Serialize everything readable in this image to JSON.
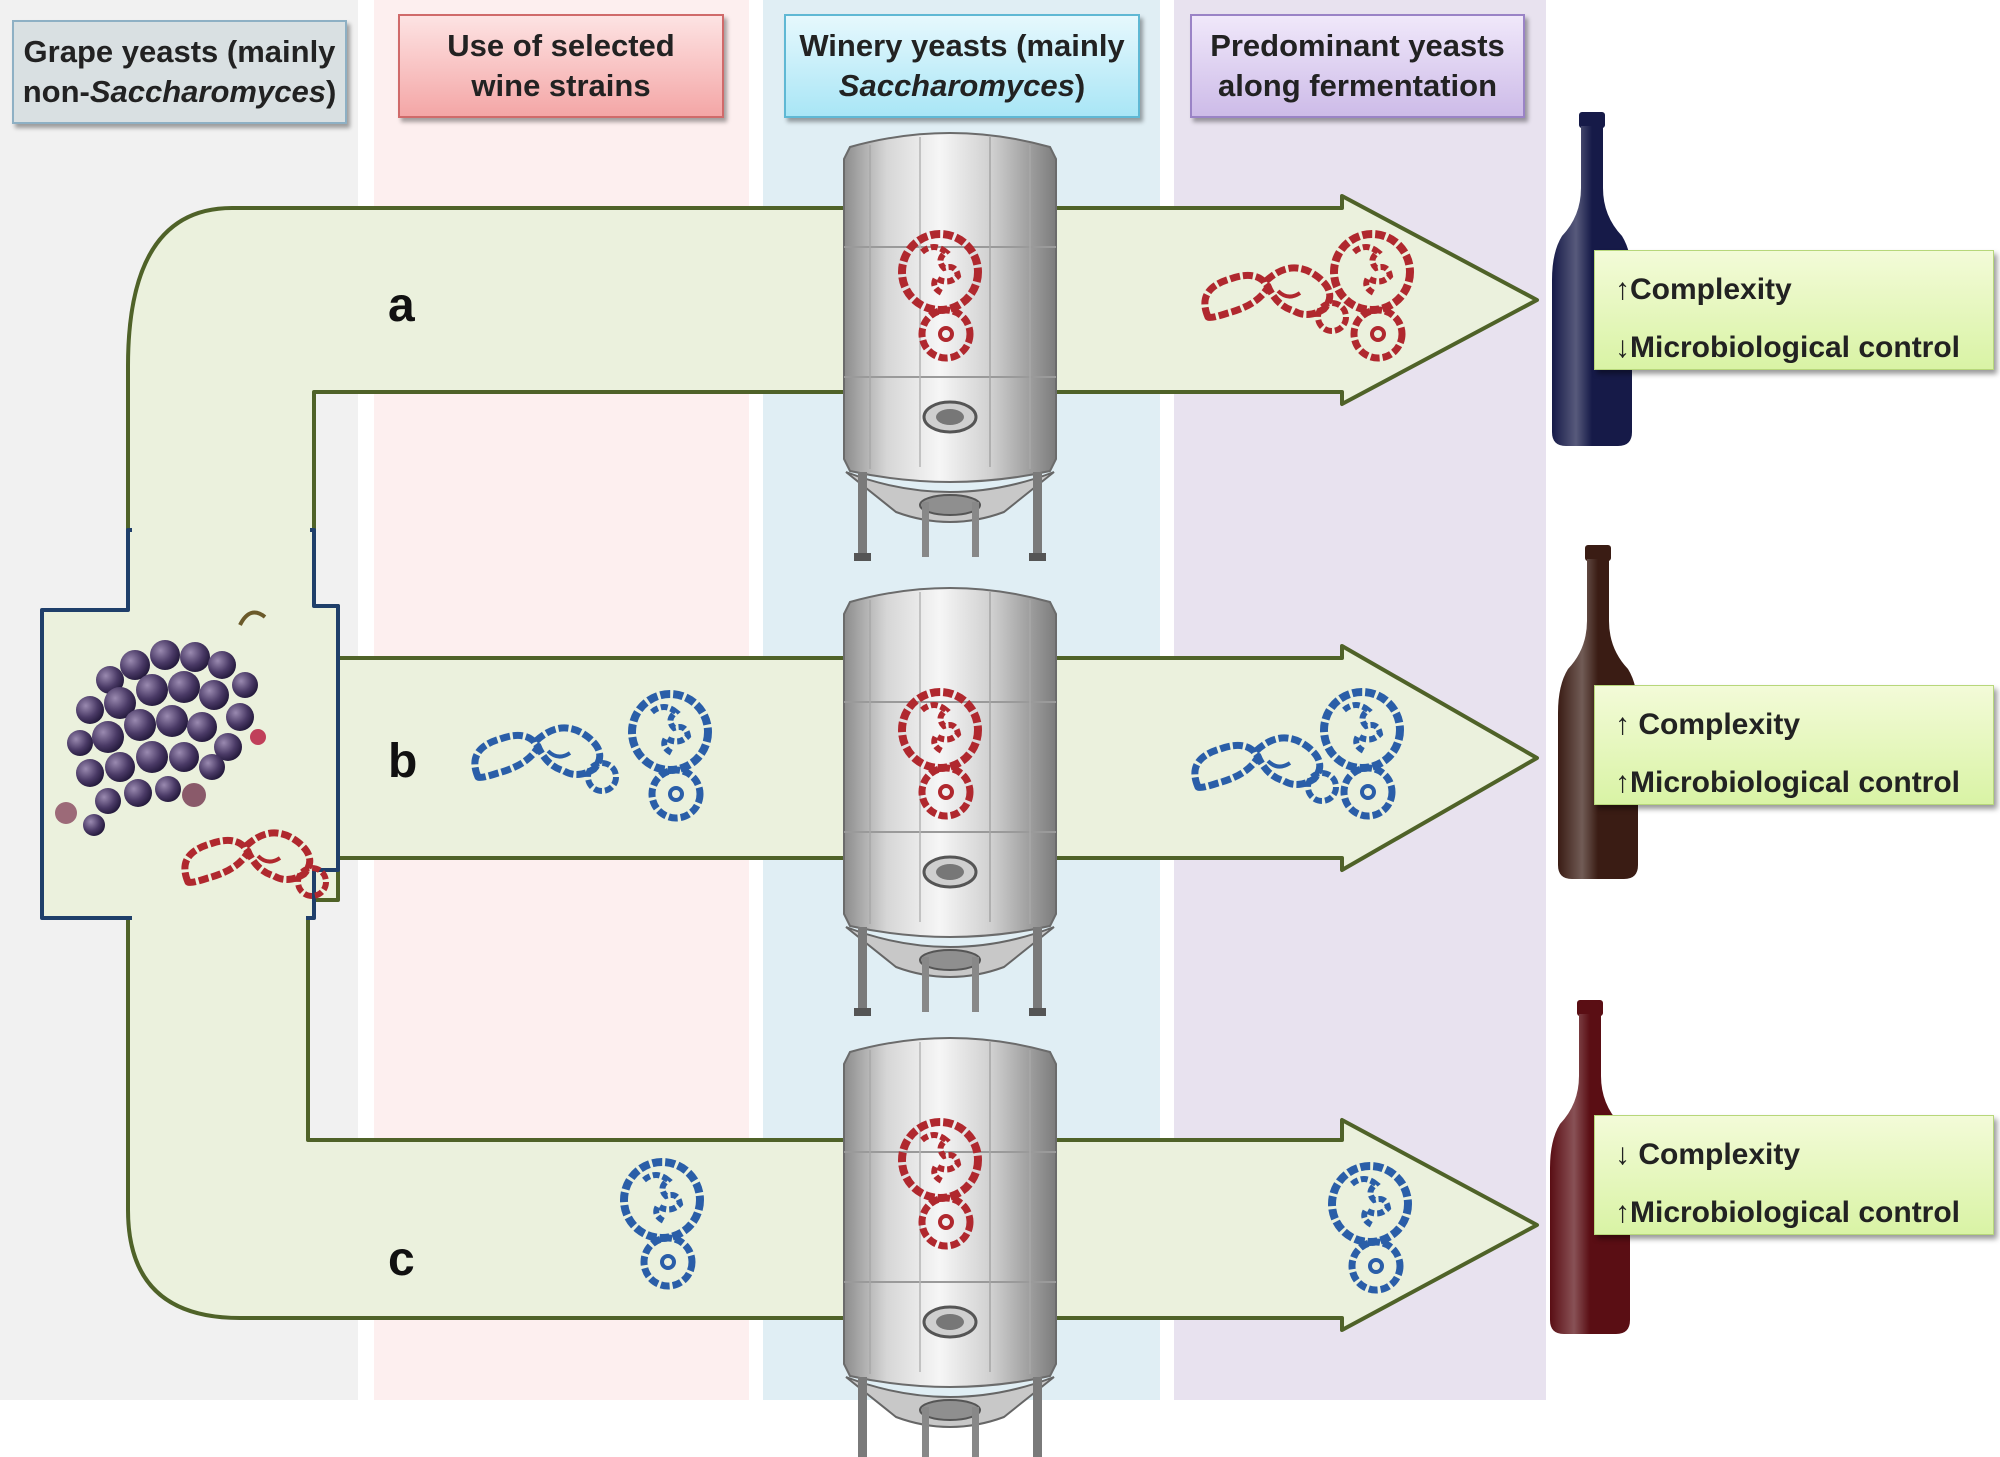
{
  "headers": [
    {
      "line1": "Grape yeasts (mainly",
      "line2_plain": "non-",
      "line2_italic": "Saccharomyces",
      "line2_end": ")"
    },
    {
      "line1": "Use of selected",
      "line2_plain": "wine strains",
      "line2_italic": "",
      "line2_end": ""
    },
    {
      "line1": "Winery yeasts (mainly",
      "line2_plain": "",
      "line2_italic": "Saccharomyces",
      "line2_end": ")"
    },
    {
      "line1": "Predominant  yeasts",
      "line2_plain": "along fermentation",
      "line2_italic": "",
      "line2_end": ""
    }
  ],
  "rows": [
    {
      "letter": "a",
      "line1": "↑Complexity",
      "line2": "↓Microbiological control",
      "bottle_color": "#161a48"
    },
    {
      "letter": "b",
      "line1": "↑ Complexity",
      "line2": "↑Microbiological control",
      "bottle_color": "#3a1c14"
    },
    {
      "letter": "c",
      "line1": "↓ Complexity",
      "line2": "↑Microbiological control",
      "bottle_color": "#5a0e14"
    }
  ],
  "colors": {
    "non_saccharomyces": "#b0282e",
    "selected_strain": "#2a5ea8",
    "arrow_fill": "#ebf1dd",
    "arrow_stroke": "#4f6228"
  }
}
